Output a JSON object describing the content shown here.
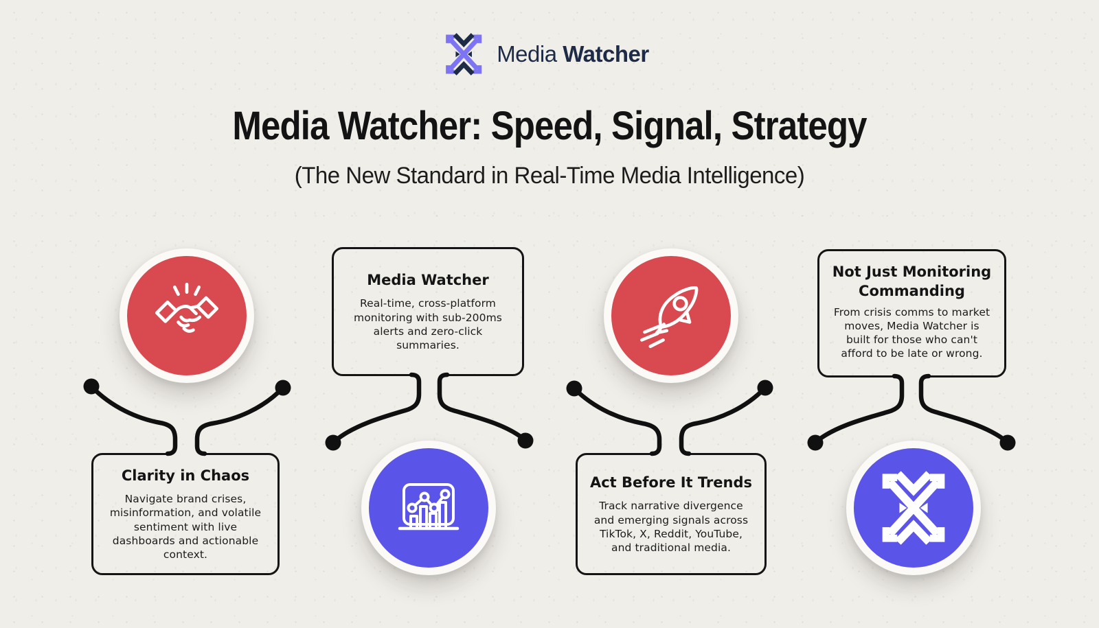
{
  "brand": {
    "name_regular": "Media",
    "name_bold": "Watcher",
    "logo_icon": "brand-x-logo-icon"
  },
  "header": {
    "title": "Media Watcher: Speed, Signal, Strategy",
    "subtitle": "(The New Standard in Real-Time Media Intelligence)"
  },
  "colors": {
    "background": "#F0EEE9",
    "accent_red": "#D94950",
    "accent_purple": "#5B54E8",
    "logo_purple": "#7C74F2",
    "logo_navy": "#1E2B47",
    "line_black": "#101010",
    "circle_ring_white": "#FBFAF7"
  },
  "columns": [
    {
      "icon": "handshake-icon",
      "circle_color": "#D94950",
      "circle_position": "top",
      "heading": "Clarity in Chaos",
      "body": "Navigate brand crises, misinformation, and volatile sentiment with live dashboards and actionable context."
    },
    {
      "icon": "bar-chart-icon",
      "circle_color": "#5B54E8",
      "circle_position": "bottom",
      "heading": "Media Watcher",
      "body": "Real-time, cross-platform monitoring with sub-200ms alerts and zero-click summaries."
    },
    {
      "icon": "rocket-icon",
      "circle_color": "#D94950",
      "circle_position": "top",
      "heading": "Act Before It Trends",
      "body": "Track narrative divergence and emerging signals across TikTok, X, Reddit, YouTube, and traditional media."
    },
    {
      "icon": "brand-x-logo-icon",
      "circle_color": "#5B54E8",
      "circle_position": "bottom",
      "heading": "Not Just Monitoring Commanding",
      "body": "From crisis comms to market moves, Media Watcher is built for those who can't afford to be late or wrong."
    }
  ]
}
